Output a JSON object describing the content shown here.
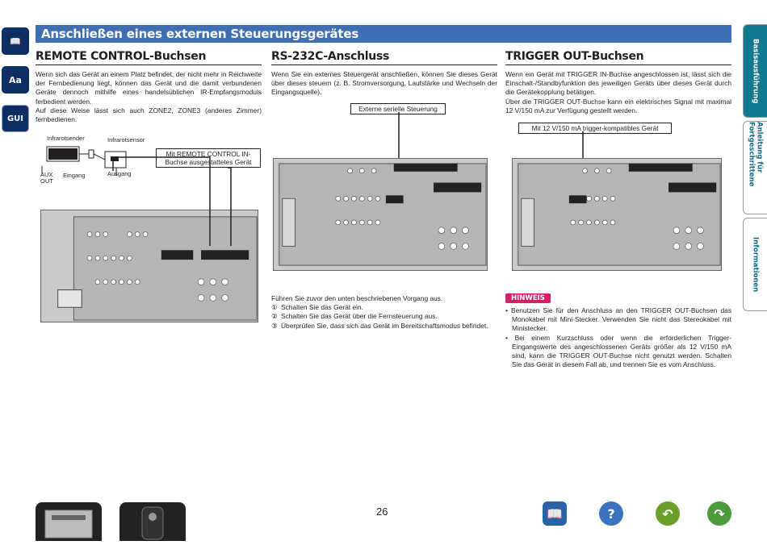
{
  "left_icons": [
    {
      "icon": "book-icon",
      "label": "📖"
    },
    {
      "icon": "font-icon",
      "label": "Aa"
    },
    {
      "icon": "gui-icon",
      "label": "GUI"
    }
  ],
  "section_title": "Anschließen eines externen Steuerungsgerätes",
  "col1": {
    "heading": "REMOTE CONTROL-Buchsen",
    "text": "Wenn sich das Gerät an einem Platz befindet, der nicht mehr in Reichweite der Fernbedienung liegt, können das Gerät und die damit verbundenen Geräte dennoch mithilfe eines handelsüblichen IR-Empfangsmoduls ferbedient werden.",
    "text2": "Auf diese Weise lässt sich auch ZONE2, ZONE3 (anderes Zimmer) fernbedienen.",
    "label_infrarotsender": "Infrarotsender",
    "label_infrarotsensor": "Infrarotsensor",
    "label_aux": "AUX",
    "label_out": "OUT",
    "label_eingang": "Eingang",
    "label_ausgang": "Ausgang",
    "callout": "Mit REMOTE CONTROL IN-Buchse ausgestattetes Gerät"
  },
  "col2": {
    "heading": "RS-232C-Anschluss",
    "text": "Wenn Sie ein externes Steuergerät anschließen, können Sie dieses Gerät über dieses steuern (z. B. Stromversorgung, Lautstärke und Wechseln der Eingangsquelle).",
    "callout": "Externe serielle Steuerung",
    "intro": "Führen Sie zuvor den unten beschriebenen Vorgang aus.",
    "steps": [
      {
        "num": "①",
        "text": "Schalten Sie das Gerät ein."
      },
      {
        "num": "②",
        "text": "Schalten Sie das Gerät über die Fernsteuerung aus."
      },
      {
        "num": "③",
        "text": "Überprüfen Sie, dass sich das Gerät im Bereitschaftsmodus befindet."
      }
    ]
  },
  "col3": {
    "heading": "TRIGGER OUT-Buchsen",
    "text": "Wenn ein Gerät mit TRIGGER IN-Buchse angeschlossen ist, lässt sich die Einschalt-/Standbyfunktion des jeweiligen Geräts über dieses Gerät durch die Gerätekopplung betätigen.",
    "text2": "Über die TRIGGER OUT-Buchse kann ein elektrisches Signal mit maximal 12 V/150 mA zur Verfügung gestellt werden.",
    "callout": "Mit 12 V/150 mA trigger-kompatibles Gerät",
    "hinweis_label": "HINWEIS",
    "hinweis": [
      "Benutzen Sie für den Anschluss an den TRIGGER OUT-Buchsen das Monokabel mit Mini-Stecker. Verwenden Sie nicht das Stereokabel mit Ministecker.",
      "Bei einem Kurzschluss oder wenn die erforderlichen Trigger-Eingangswerte des angeschlossenen Geräts größer als 12 V/150 mA sind, kann die TRIGGER OUT-Buchse nicht genutzt werden. Schalten Sie das Gerät in diesem Fall ab, und trennen Sie es vom Anschluss."
    ]
  },
  "right_tabs": [
    "Basisausführung",
    "Anleitung für Fortgeschrittene",
    "Informationen"
  ],
  "page_number": "26",
  "colors": {
    "section_bar": "#3f6fb2",
    "tab_active": "#11788f",
    "hinweis": "#d61f69"
  }
}
